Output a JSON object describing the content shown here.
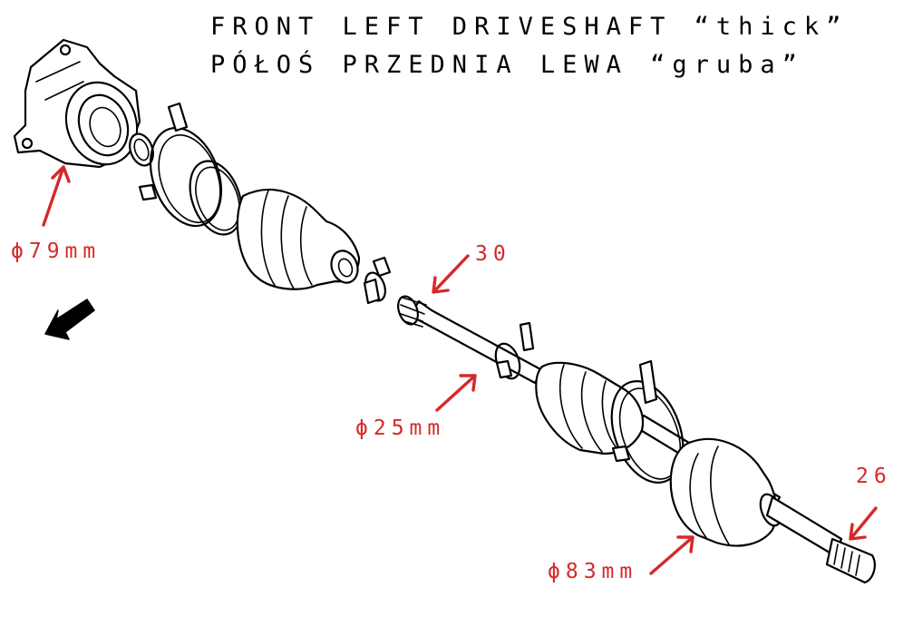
{
  "title": {
    "line1": "FRONT LEFT DRIVESHAFT “thick”",
    "line2": "PÓŁOŚ PRZEDNIA LEWA “gruba”"
  },
  "dimensions": {
    "housing_diameter": "ϕ79mm",
    "shaft_diameter": "ϕ25mm",
    "outer_joint_diameter": "ϕ83mm"
  },
  "spline_counts": {
    "inner_end": "30",
    "outer_end": "26"
  },
  "direction_marker": "FWD",
  "colors": {
    "annotation": "#d62828",
    "line_art": "#000000"
  }
}
